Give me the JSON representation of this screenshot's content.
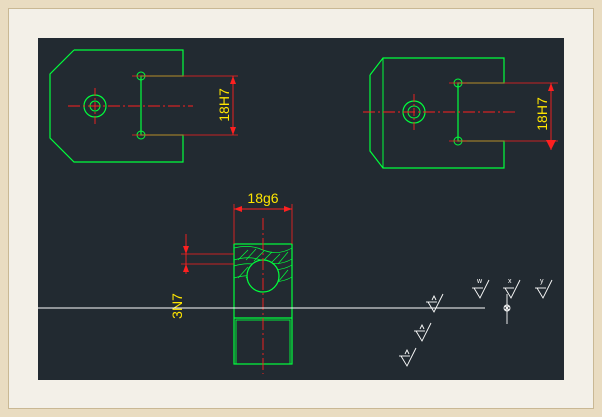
{
  "colors": {
    "background": "#222a31",
    "outline": "#00ff3c",
    "centerline": "#ff2020",
    "dimension": "#ff2020",
    "dim_text": "#ffe600",
    "symbols": "#ffffff",
    "frame": "#e9dcc1"
  },
  "dimensions": {
    "left_view_fit": "18H7",
    "right_view_fit": "18H7",
    "bottom_view_width_fit": "18g6",
    "bottom_view_height_fit": "3N7"
  },
  "roughness_letters": {
    "w": "w",
    "x": "x",
    "y": "y"
  }
}
